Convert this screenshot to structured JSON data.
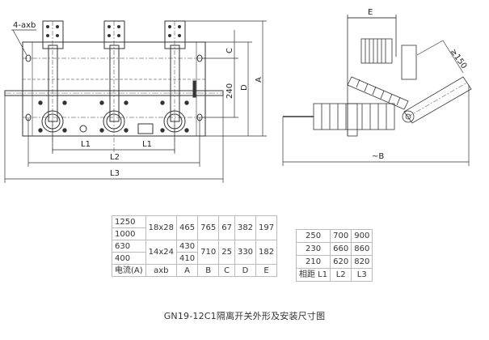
{
  "figure": {
    "title": "GN19-12C1隔离开关外形及安装尺寸图",
    "front_view_labels": {
      "hole": "4-axb",
      "c": "C",
      "d": "D",
      "a": "A",
      "h240": "240",
      "l1_left": "L1",
      "l1_right": "L1",
      "l2": "L2",
      "l3": "L3"
    },
    "side_view_labels": {
      "e": "E",
      "gap": "≥150",
      "b": "~B"
    },
    "colors": {
      "line": "#333333",
      "grid": "#bbbbbb"
    }
  },
  "table_dims": {
    "header": [
      "电流(A)",
      "axb",
      "A",
      "B",
      "C",
      "D",
      "E"
    ],
    "groups": [
      {
        "currents": [
          "1250",
          "1000"
        ],
        "axb": "18x28",
        "A": [
          "465"
        ],
        "B": "765",
        "C": "67",
        "D": "382",
        "E": "197"
      },
      {
        "currents": [
          "630",
          "400"
        ],
        "axb": "14x24",
        "A": [
          "430",
          "410"
        ],
        "B": "710",
        "C": "25",
        "D": "330",
        "E": "182"
      }
    ]
  },
  "table_spacing": {
    "header": [
      "相距 L1",
      "L2",
      "L3"
    ],
    "rows": [
      [
        "250",
        "700",
        "900"
      ],
      [
        "230",
        "660",
        "860"
      ],
      [
        "210",
        "620",
        "820"
      ]
    ]
  }
}
